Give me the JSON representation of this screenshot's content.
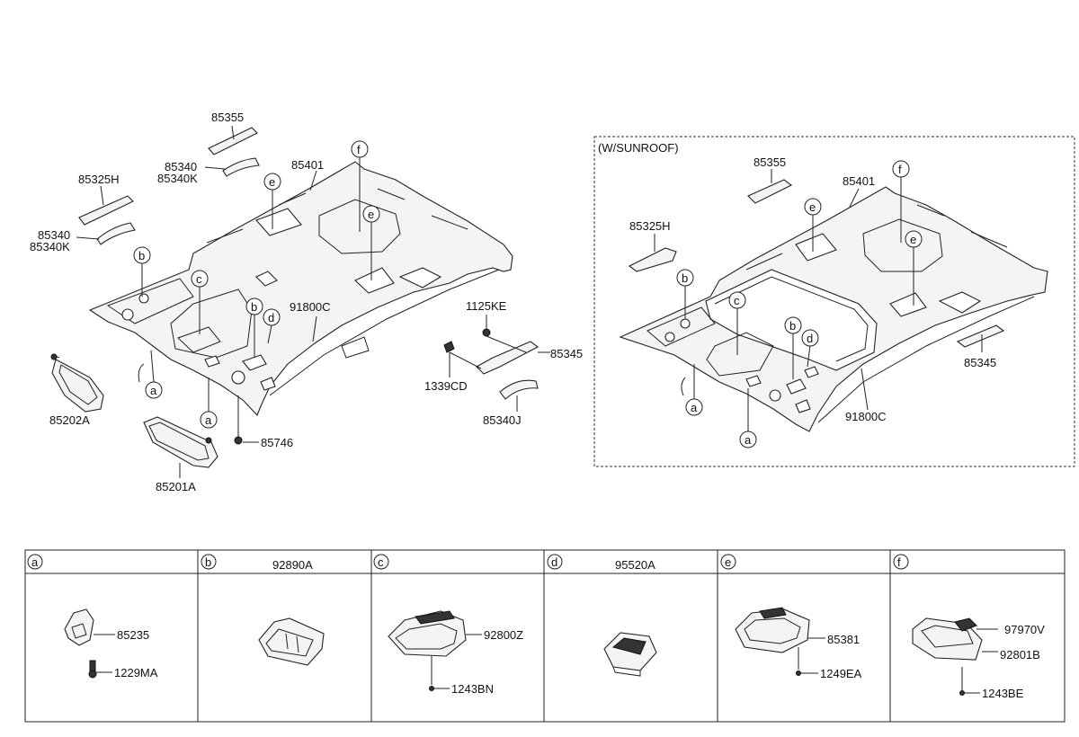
{
  "main_view": {
    "labels": {
      "p85355": "85355",
      "p85340_top": "85340",
      "p85340k_top": "85340K",
      "p85325h": "85325H",
      "p85340_left": "85340",
      "p85340k_left": "85340K",
      "p85401": "85401",
      "p91800c": "91800C",
      "p1125ke": "1125KE",
      "p85345": "85345",
      "p1339cd": "1339CD",
      "p85340j": "85340J",
      "p85202a": "85202A",
      "p85201a": "85201A",
      "p85746": "85746"
    },
    "callouts": {
      "a1": "a",
      "a2": "a",
      "b1": "b",
      "b2": "b",
      "c1": "c",
      "d1": "d",
      "e1": "e",
      "e2": "e",
      "f1": "f"
    }
  },
  "sunroof_view": {
    "title": "(W/SUNROOF)",
    "labels": {
      "p85355": "85355",
      "p85401": "85401",
      "p85325h": "85325H",
      "p85345": "85345",
      "p91800c": "91800C"
    },
    "callouts": {
      "a1": "a",
      "a2": "a",
      "b1": "b",
      "b2": "b",
      "c1": "c",
      "d1": "d",
      "e1": "e",
      "e2": "e",
      "f1": "f"
    }
  },
  "detail_table": {
    "cells": [
      {
        "key": "a",
        "header_part": "",
        "parts": [
          "85235",
          "1229MA"
        ]
      },
      {
        "key": "b",
        "header_part": "92890A",
        "parts": []
      },
      {
        "key": "c",
        "header_part": "",
        "parts": [
          "92800Z",
          "1243BN"
        ]
      },
      {
        "key": "d",
        "header_part": "95520A",
        "parts": []
      },
      {
        "key": "e",
        "header_part": "",
        "parts": [
          "85381",
          "1249EA"
        ]
      },
      {
        "key": "f",
        "header_part": "",
        "parts": [
          "97970V",
          "92801B",
          "1243BE"
        ]
      }
    ]
  }
}
